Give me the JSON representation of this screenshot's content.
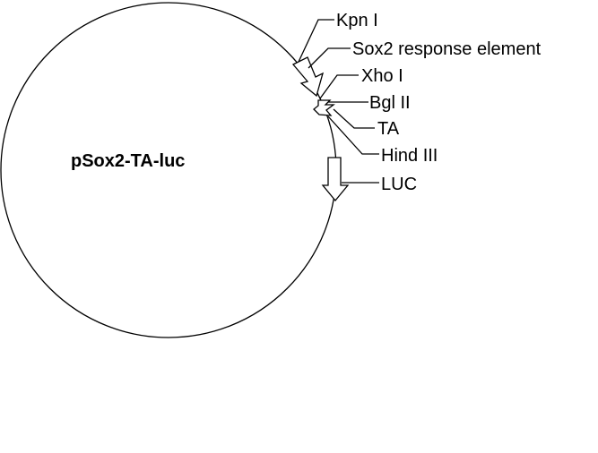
{
  "plasmid": {
    "name": "pSox2-TA-luc"
  },
  "labels": {
    "kpn": "Kpn I",
    "sre": "Sox2 response element",
    "xho": "Xho I",
    "bgl": "Bgl II",
    "ta": "TA",
    "hind": "Hind III",
    "luc": "LUC"
  }
}
